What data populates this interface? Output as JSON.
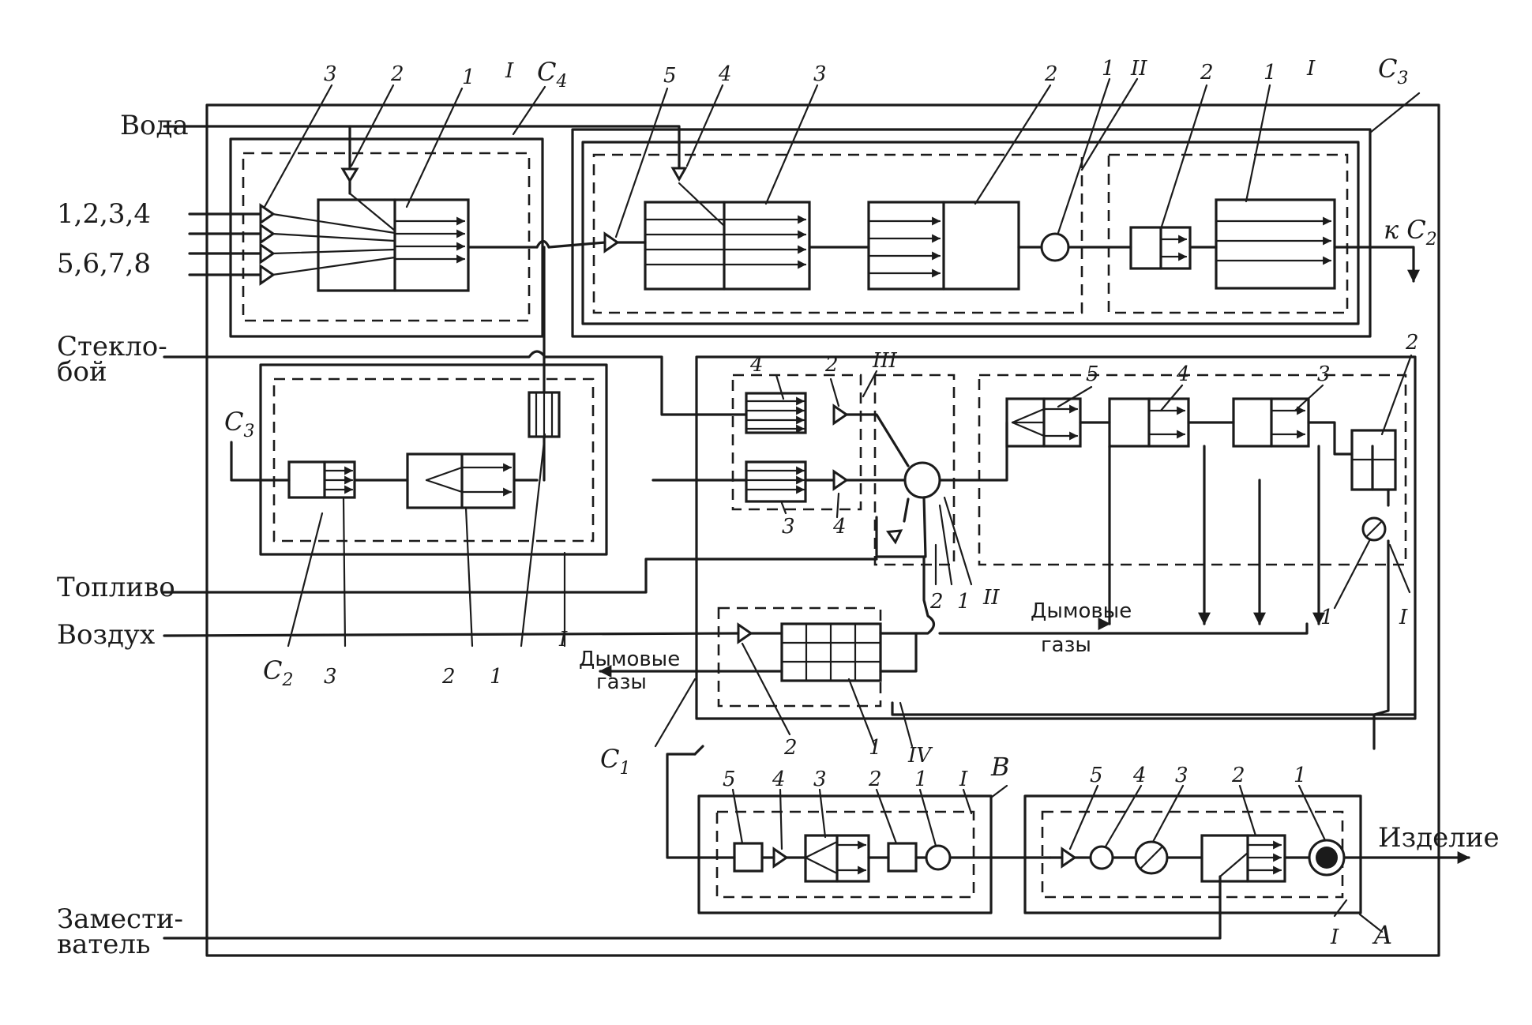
{
  "inputs": {
    "water": "Вода",
    "components_a": "1,2,3,4",
    "components_b": "5,6,7,8",
    "cullet_line1": "Стекло-",
    "cullet_line2": "бой",
    "fuel": "Топливо",
    "air": "Воздух",
    "closer_line1": "Замести-",
    "closer_line2": "ватель"
  },
  "outputs": {
    "to_c2": "к C",
    "to_c2_sub": "2",
    "product": "Изделие",
    "flue_gas_right_line1": "Дымовые",
    "flue_gas_right_line2": "газы",
    "flue_gas_left_line1": "Дымовые",
    "flue_gas_left_line2": "газы"
  },
  "subsystems": {
    "c4": "C",
    "c4_sub": "4",
    "c3": "C",
    "c3_sub": "3",
    "c3_input": "C",
    "c3_input_sub": "3",
    "c2": "C",
    "c2_sub": "2",
    "c1": "C",
    "c1_sub": "1",
    "a": "A",
    "b": "B"
  },
  "roman": {
    "c4_I": "I",
    "c3_II": "II",
    "c3_I": "I",
    "c2_I": "I",
    "c1_III": "III",
    "c1_II": "II",
    "c1_I": "I",
    "c1_IV": "IV",
    "b_I": "I",
    "a_I": "I"
  },
  "numbers": {
    "c4": [
      "3",
      "2",
      "1"
    ],
    "c3": [
      "5",
      "4",
      "3",
      "2",
      "1",
      "2",
      "1"
    ],
    "c2": [
      "3",
      "2",
      "1"
    ],
    "c1_top": [
      "4",
      "2"
    ],
    "c1_low": [
      "3",
      "4"
    ],
    "c1_mixer": [
      "2",
      "1"
    ],
    "c1_chain": [
      "5",
      "4",
      "3",
      "2"
    ],
    "c1_sensor": "1",
    "c1_regen": [
      "2",
      "1"
    ],
    "b": [
      "5",
      "4",
      "3",
      "2",
      "1"
    ],
    "a": [
      "5",
      "4",
      "3",
      "2",
      "1"
    ]
  }
}
